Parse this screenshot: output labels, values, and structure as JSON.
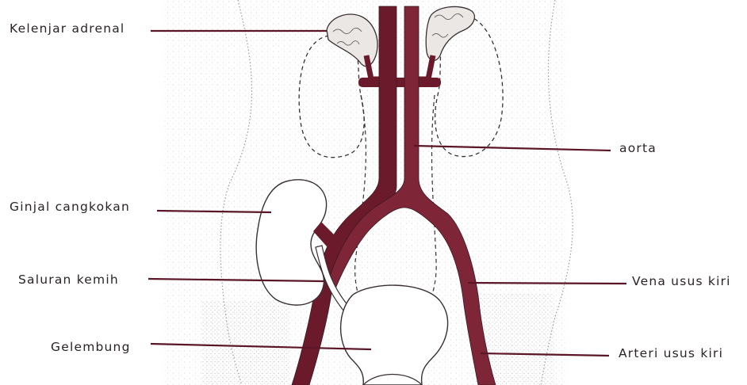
{
  "labels": {
    "adrenal": "Kelenjar adrenal",
    "aorta": "aorta",
    "kidney": "Ginjal cangkokan",
    "ureter": "Saluran kemih",
    "vein": "Vena usus kiri",
    "bladder": "Gelembung",
    "artery": "Arteri usus kiri"
  },
  "colors": {
    "vessel": "#6b1a2b",
    "leader": "#5a1626",
    "outline": "#3a3034",
    "stipple": "#b9b4b4",
    "text": "#2b2326"
  }
}
